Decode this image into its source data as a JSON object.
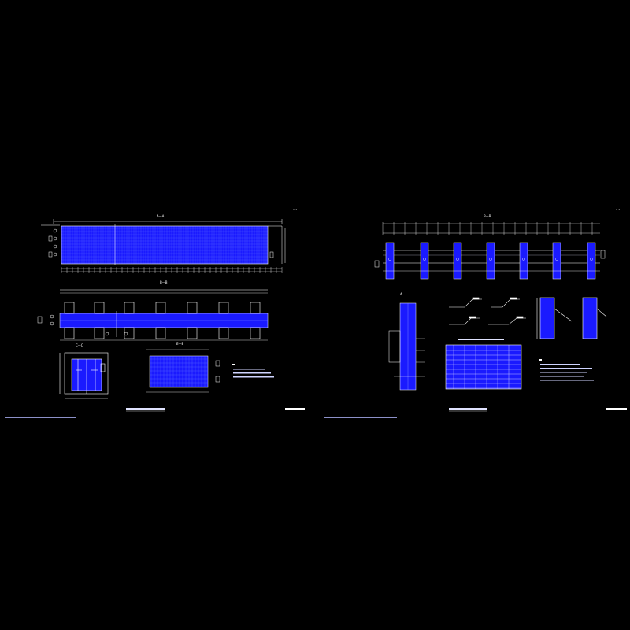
{
  "colors": {
    "background": "#000000",
    "line": "#ffffff",
    "fill_blue": "#1a1aff",
    "mesh_blue": "#3a4dff",
    "dim": "#9aa0ff"
  },
  "left_sheet": {
    "section_mark": "A—A",
    "view_title": "B—B",
    "detail_c": "C—C",
    "detail_e": "E—E",
    "drawing_title": "",
    "sheet_no": "",
    "footer_note": ""
  },
  "right_sheet": {
    "view_title": "B—B",
    "detail_mark": "A",
    "drawing_title": "",
    "sheet_no": "",
    "footer_note": ""
  }
}
